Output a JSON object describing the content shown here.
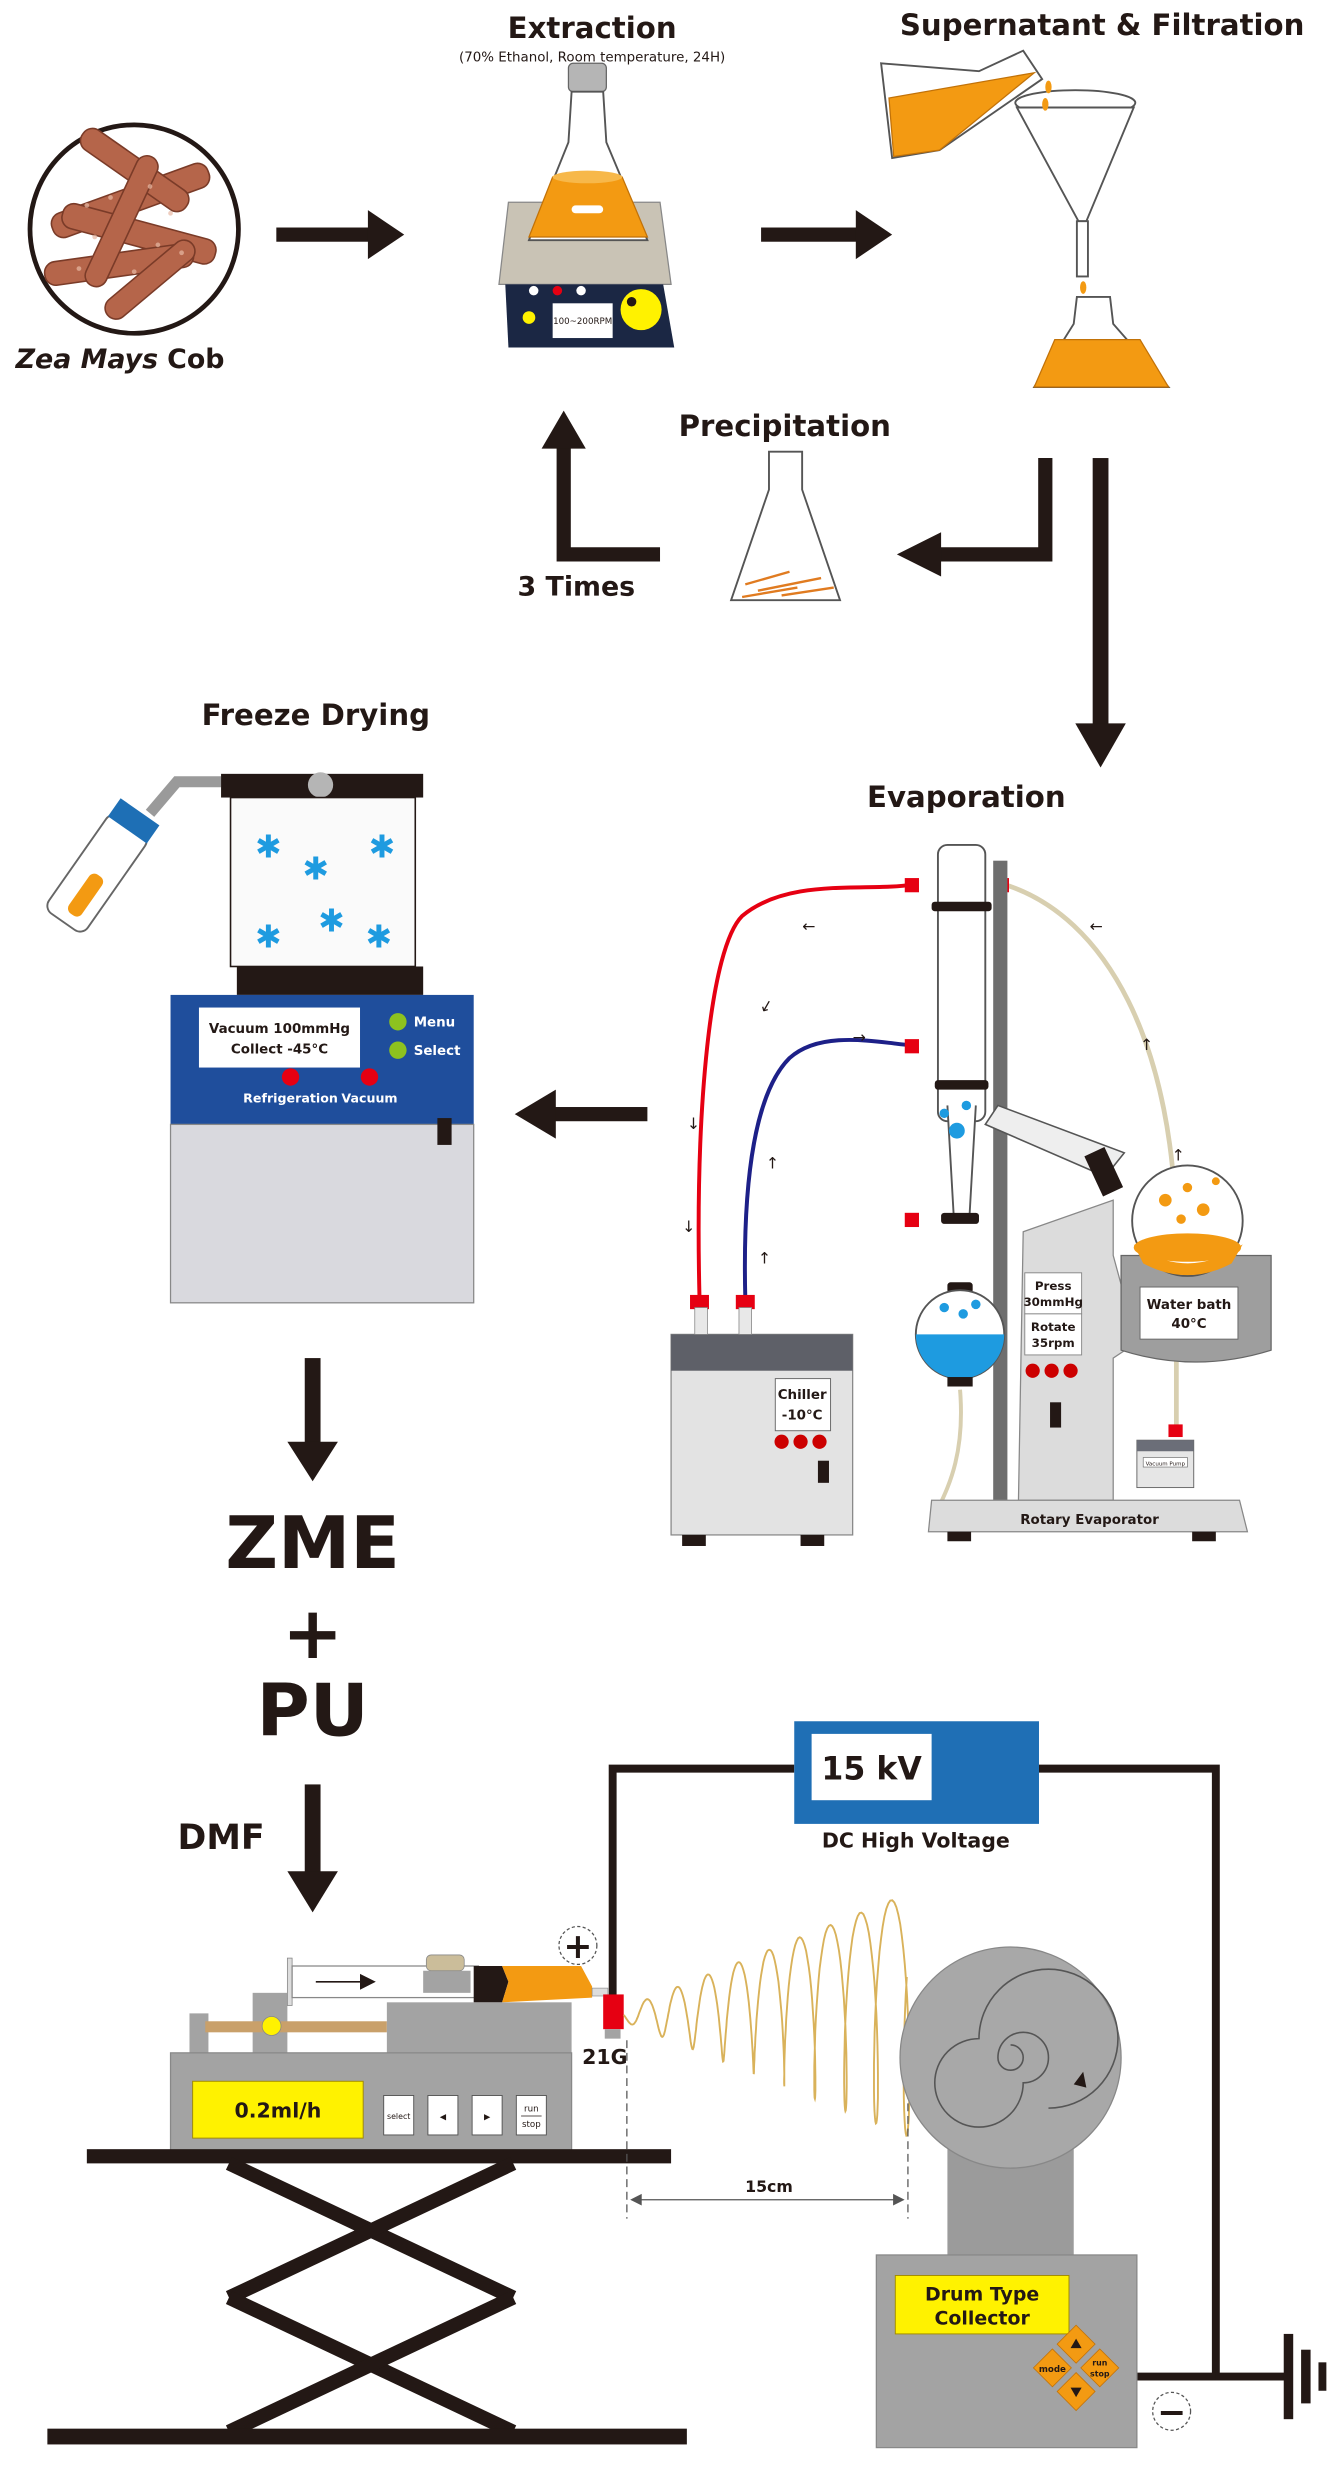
{
  "colors": {
    "liquid_orange": "#f39a12",
    "arrow": "#231815",
    "panel_blue": "#1f4e9c",
    "voltage_blue": "#1f6fb5",
    "display_yellow": "#fff200",
    "indicator_red": "#e60012",
    "button_green": "#8dc21f",
    "coolant_blue": "#1e9be0",
    "device_gray": "#a3a3a3"
  },
  "source": {
    "label_italic": "Zea Mays",
    "label": "Cob"
  },
  "extraction": {
    "title": "Extraction",
    "conditions": "(70% Ethanol, Room temperature, 24H)",
    "stirrer_display": "100~200RPM"
  },
  "filtration": {
    "title": "Supernatant & Filtration"
  },
  "precipitation": {
    "title": "Precipitation",
    "repeat": "3 Times"
  },
  "freeze_drying": {
    "title": "Freeze Drying",
    "display": [
      "Vacuum 100mmHg",
      "Collect -45°C"
    ],
    "buttons": [
      "Menu",
      "Select"
    ],
    "indicators": [
      "Refrigeration",
      "Vacuum"
    ]
  },
  "evaporation": {
    "title": "Evaporation",
    "chiller": [
      "Chiller",
      "-10°C"
    ],
    "press": [
      "Press",
      "30mmHg"
    ],
    "rotate": [
      "Rotate",
      "35rpm"
    ],
    "water_bath": [
      "Water bath",
      "40°C"
    ],
    "pump": "Vacuum Pump",
    "device": "Rotary Evaporator"
  },
  "solution": {
    "product": "ZME",
    "plus": "+",
    "polymer": "PU",
    "solvent": "DMF"
  },
  "electrospinning": {
    "voltage": "15 kV",
    "supply": "DC High Voltage",
    "needle": "21G",
    "flow_rate": "0.2ml/h",
    "pump_buttons": [
      "select",
      "◂",
      "▸"
    ],
    "run": "run",
    "stop": "stop",
    "distance": "15cm",
    "collector": [
      "Drum Type",
      "Collector"
    ],
    "collector_buttons": {
      "mode": "mode",
      "run": "run",
      "stop": "stop"
    },
    "positive": "+",
    "negative": "−"
  }
}
